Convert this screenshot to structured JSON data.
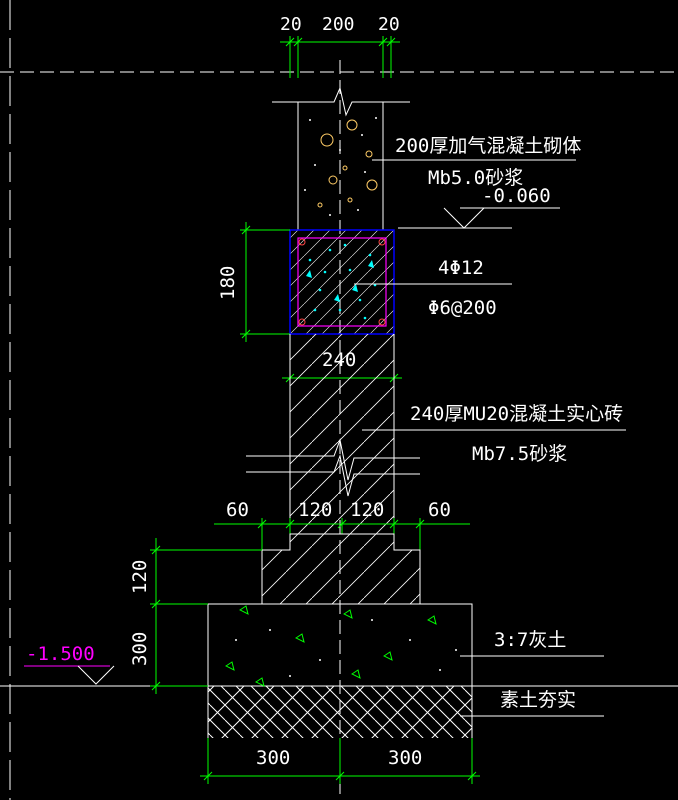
{
  "dimensions": {
    "top_left_offset": "20",
    "top_wall_width": "200",
    "top_right_offset": "20",
    "beam_height": "180",
    "beam_width": "240",
    "step_left": "60",
    "step_inner_left": "120",
    "step_inner_right": "120",
    "step_right": "60",
    "footing_height": "120",
    "cushion_height": "300",
    "bottom_left": "300",
    "bottom_right": "300"
  },
  "annotations": {
    "block_wall": "200厚加气混凝土砌体",
    "block_mortar": "Mb5.0砂浆",
    "top_elevation": "-0.060",
    "main_rebar": "4Φ12",
    "stirrup": "Φ6@200",
    "brick_wall": "240厚MU20混凝土实心砖",
    "brick_mortar": "Mb7.5砂浆",
    "lime_soil": "3:7灰土",
    "compacted_soil": "素土夯实",
    "bottom_elevation": "-1.500"
  },
  "colors": {
    "background": "#000000",
    "lines": "#ffffff",
    "dimension": "#00ff00",
    "beam_outline": "#0000ff",
    "rebar": "#ff00ff",
    "aggregate": "#00ffff",
    "elevation_marker": "#ff00ff",
    "concrete_dots": "#00ff00",
    "aerated_voids": "#ffcc66"
  }
}
